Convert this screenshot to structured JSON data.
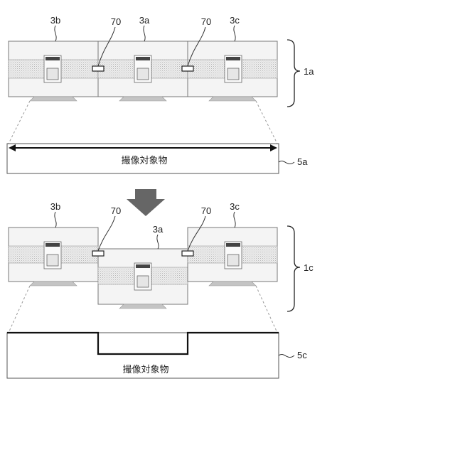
{
  "top": {
    "cameras": [
      "3b",
      "3a",
      "3c"
    ],
    "connector_labels": [
      "70",
      "70"
    ],
    "assembly_label": "1a",
    "object_label": "5a",
    "object_text": "撮像対象物"
  },
  "bottom": {
    "cameras": [
      "3b",
      "3a",
      "3c"
    ],
    "connector_labels": [
      "70",
      "70"
    ],
    "assembly_label": "1c",
    "object_label": "5c",
    "object_text": "撮像対象物"
  }
}
